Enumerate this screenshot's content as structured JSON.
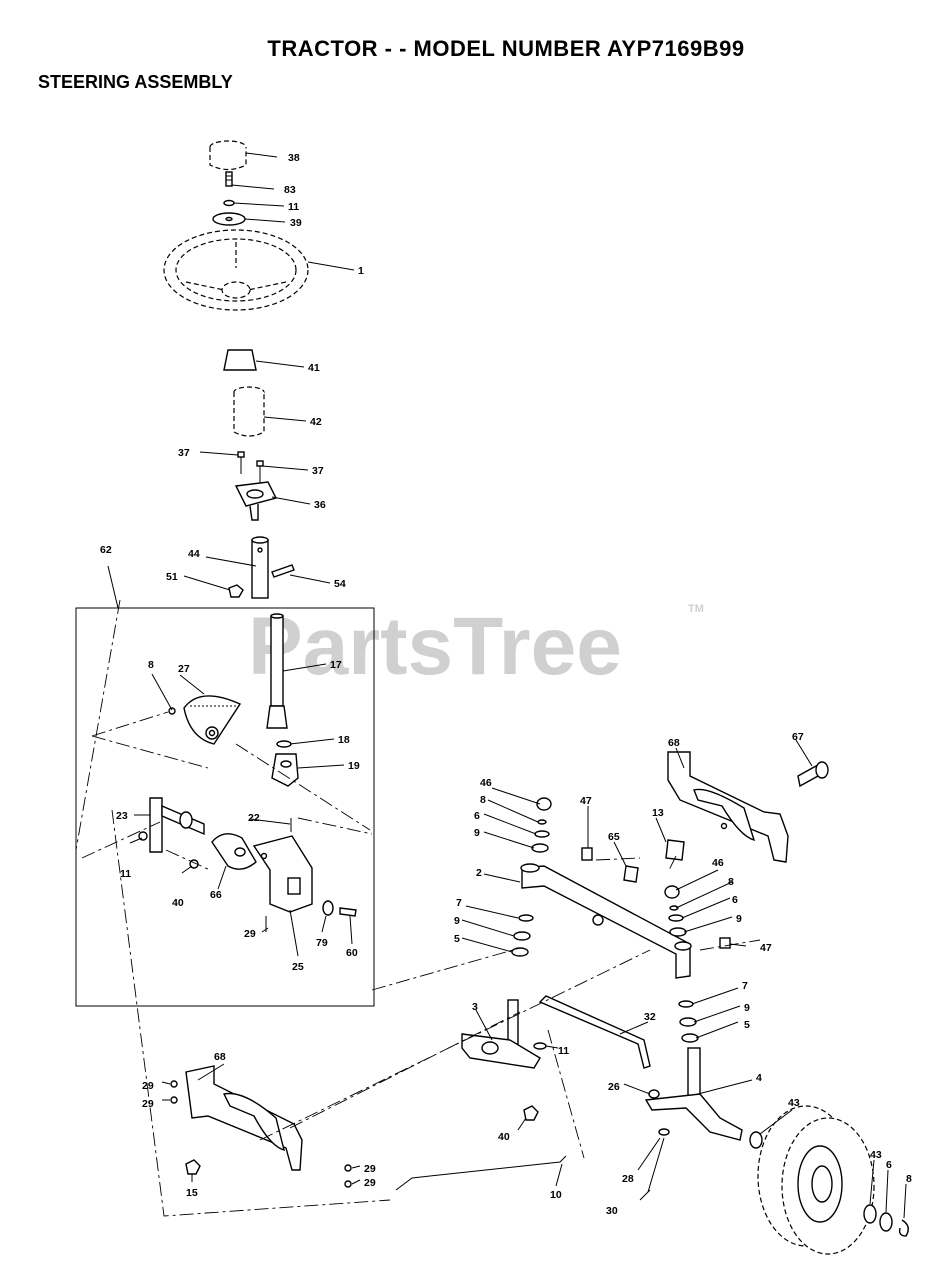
{
  "header": {
    "title": "TRACTOR - - MODEL NUMBER AYP7169B99",
    "subtitle": "STEERING ASSEMBLY"
  },
  "watermark": {
    "text": "PartsTree",
    "trademark": "TM"
  },
  "colors": {
    "ink": "#000000",
    "watermark": "#d0d0d0",
    "background": "#ffffff"
  },
  "callouts": [
    {
      "id": "c38",
      "text": "38"
    },
    {
      "id": "c83",
      "text": "83"
    },
    {
      "id": "c11a",
      "text": "11"
    },
    {
      "id": "c39",
      "text": "39"
    },
    {
      "id": "c1",
      "text": "1"
    },
    {
      "id": "c41",
      "text": "41"
    },
    {
      "id": "c42",
      "text": "42"
    },
    {
      "id": "c37a",
      "text": "37"
    },
    {
      "id": "c37b",
      "text": "37"
    },
    {
      "id": "c36",
      "text": "36"
    },
    {
      "id": "c62",
      "text": "62"
    },
    {
      "id": "c44",
      "text": "44"
    },
    {
      "id": "c51",
      "text": "51"
    },
    {
      "id": "c54",
      "text": "54"
    },
    {
      "id": "c17",
      "text": "17"
    },
    {
      "id": "c8a",
      "text": "8"
    },
    {
      "id": "c27",
      "text": "27"
    },
    {
      "id": "c18",
      "text": "18"
    },
    {
      "id": "c19",
      "text": "19"
    },
    {
      "id": "c23",
      "text": "23"
    },
    {
      "id": "c22",
      "text": "22"
    },
    {
      "id": "c11b",
      "text": "11"
    },
    {
      "id": "c40a",
      "text": "40"
    },
    {
      "id": "c66",
      "text": "66"
    },
    {
      "id": "c29a",
      "text": "29"
    },
    {
      "id": "c79",
      "text": "79"
    },
    {
      "id": "c60",
      "text": "60"
    },
    {
      "id": "c25",
      "text": "25"
    },
    {
      "id": "c68a",
      "text": "68"
    },
    {
      "id": "c67",
      "text": "67"
    },
    {
      "id": "c46a",
      "text": "46"
    },
    {
      "id": "c8b",
      "text": "8"
    },
    {
      "id": "c6a",
      "text": "6"
    },
    {
      "id": "c9a",
      "text": "9"
    },
    {
      "id": "c47a",
      "text": "47"
    },
    {
      "id": "c13",
      "text": "13"
    },
    {
      "id": "c65",
      "text": "65"
    },
    {
      "id": "c2",
      "text": "2"
    },
    {
      "id": "c46b",
      "text": "46"
    },
    {
      "id": "c8c",
      "text": "8"
    },
    {
      "id": "c6b",
      "text": "6"
    },
    {
      "id": "c9b",
      "text": "9"
    },
    {
      "id": "c7a",
      "text": "7"
    },
    {
      "id": "c9c",
      "text": "9"
    },
    {
      "id": "c5a",
      "text": "5"
    },
    {
      "id": "c47b",
      "text": "47"
    },
    {
      "id": "c7b",
      "text": "7"
    },
    {
      "id": "c9d",
      "text": "9"
    },
    {
      "id": "c5b",
      "text": "5"
    },
    {
      "id": "c3",
      "text": "3"
    },
    {
      "id": "c32",
      "text": "32"
    },
    {
      "id": "c11c",
      "text": "11"
    },
    {
      "id": "c4",
      "text": "4"
    },
    {
      "id": "c26",
      "text": "26"
    },
    {
      "id": "c43a",
      "text": "43"
    },
    {
      "id": "c68b",
      "text": "68"
    },
    {
      "id": "c29b",
      "text": "29"
    },
    {
      "id": "c29c",
      "text": "29"
    },
    {
      "id": "c40b",
      "text": "40"
    },
    {
      "id": "c15",
      "text": "15"
    },
    {
      "id": "c29d",
      "text": "29"
    },
    {
      "id": "c29e",
      "text": "29"
    },
    {
      "id": "c10",
      "text": "10"
    },
    {
      "id": "c28",
      "text": "28"
    },
    {
      "id": "c30",
      "text": "30"
    },
    {
      "id": "c43b",
      "text": "43"
    },
    {
      "id": "c6c",
      "text": "6"
    },
    {
      "id": "c8d",
      "text": "8"
    }
  ]
}
